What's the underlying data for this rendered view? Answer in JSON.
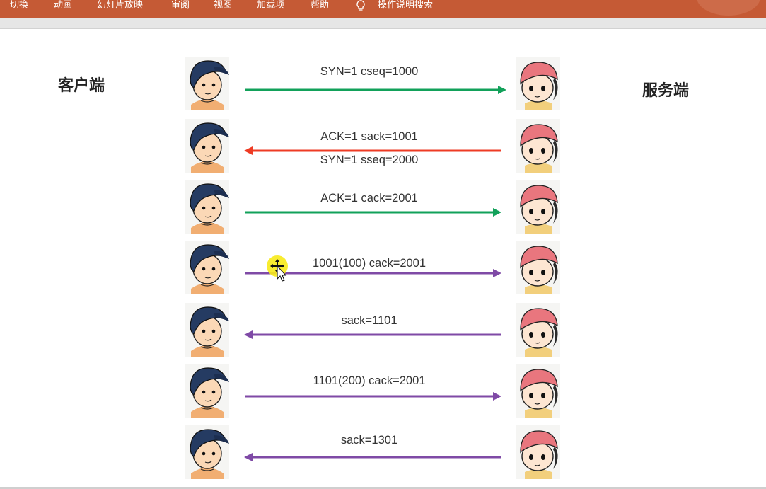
{
  "ribbon": {
    "tabs": [
      "切换",
      "动画",
      "幻灯片放映",
      "审阅",
      "视图",
      "加载项",
      "帮助"
    ],
    "tell_me": "操作说明搜索"
  },
  "slide": {
    "client_title": "客户端",
    "server_title": "服务端",
    "rows": [
      {
        "labels": [
          "SYN=1 cseq=1000"
        ],
        "direction": "right",
        "color": "#12a15a"
      },
      {
        "labels": [
          "ACK=1 sack=1001",
          "SYN=1 sseq=2000"
        ],
        "direction": "left",
        "color": "#ee3b24"
      },
      {
        "labels": [
          "ACK=1 cack=2001"
        ],
        "direction": "right",
        "color": "#12a15a"
      },
      {
        "labels": [
          "1001(100) cack=2001"
        ],
        "direction": "right",
        "color": "#7f4aa6"
      },
      {
        "labels": [
          "sack=1101"
        ],
        "direction": "left",
        "color": "#7f4aa6"
      },
      {
        "labels": [
          "1101(200) cack=2001"
        ],
        "direction": "right",
        "color": "#7f4aa6"
      },
      {
        "labels": [
          "sack=1301"
        ],
        "direction": "left",
        "color": "#7f4aa6"
      }
    ]
  },
  "colors": {
    "ribbon": "#c55a35",
    "highlight": "#f7ea1a"
  },
  "icons": {
    "tell_me": "lightbulb-icon",
    "client": "boy-avatar-icon",
    "server": "girl-avatar-icon",
    "cursor": "move-cursor-icon"
  }
}
